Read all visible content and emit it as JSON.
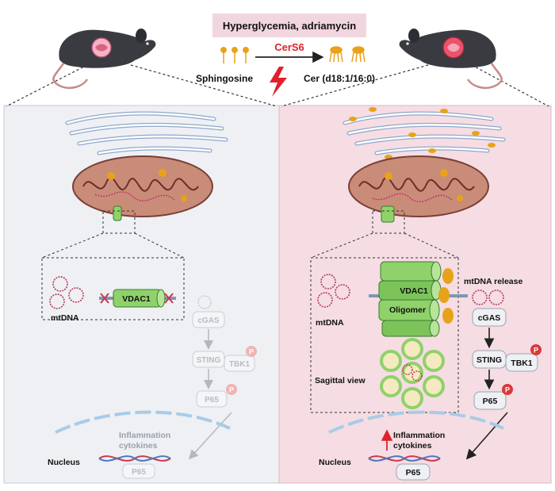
{
  "header": {
    "condition": "Hyperglycemia, adriamycin",
    "enzyme": "CerS6",
    "substrate": "Sphingosine",
    "product": "Cer (d18:1/16:0)"
  },
  "left_panel": {
    "mtdna": "mtDNA",
    "vdac": "VDAC1",
    "cgas": "cGAS",
    "sting": "STING",
    "tbk1": "TBK1",
    "p65": "P65",
    "phospho": "P",
    "inflammation_line1": "Inflammation",
    "inflammation_line2": "cytokines",
    "nucleus": "Nucleus",
    "nucleus_p65": "P65"
  },
  "right_panel": {
    "mtdna": "mtDNA",
    "vdac": "VDAC1",
    "oligomer": "Oligomer",
    "release": "mtDNA release",
    "sagittal": "Sagittal view",
    "cgas": "cGAS",
    "sting": "STING",
    "tbk1": "TBK1",
    "p65": "P65",
    "phospho": "P",
    "inflammation_line1": "Inflammation",
    "inflammation_line2": "cytokines",
    "nucleus": "Nucleus",
    "nucleus_p65": "P65"
  },
  "colors": {
    "left_bg": "#eef0f4",
    "right_bg": "#f5dde3",
    "header_box": "#f2d6df",
    "enzyme_red": "#e0202a",
    "lipid_orange": "#e8a21a",
    "mito_fill": "#c98c78",
    "vdac_green": "#8fd16a",
    "phospho_red": "#d93a3a"
  }
}
